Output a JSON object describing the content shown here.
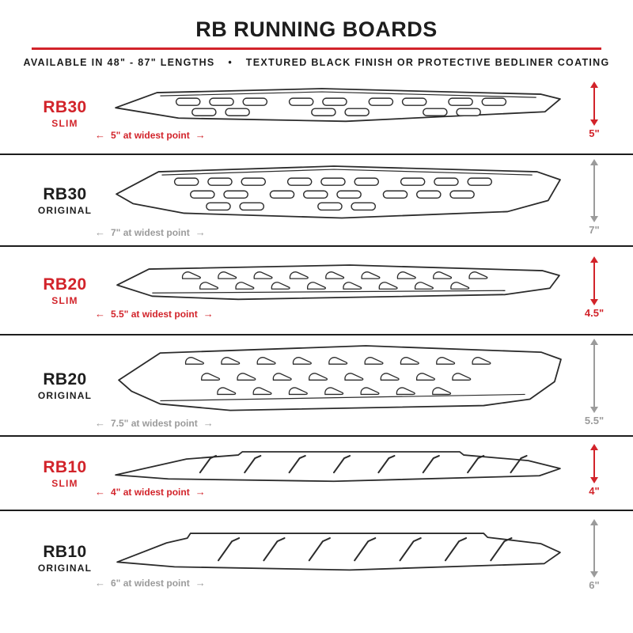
{
  "header": {
    "title": "RB RUNNING BOARDS",
    "subtitle_left": "AVAILABLE IN 48\" - 87\" LENGTHS",
    "subtitle_right": "TEXTURED BLACK FINISH OR PROTECTIVE BEDLINER COATING"
  },
  "icons": {
    "bullet": "•",
    "dim_arrow_left": "←",
    "dim_arrow_right": "→"
  },
  "colors": {
    "accent_red": "#d2232a",
    "dim_gray": "#9b9b9b",
    "line_black": "#1d1d1d"
  },
  "boards": [
    {
      "model": "RB30",
      "variant": "SLIM",
      "finish": "slim",
      "slot_style": "oval-slots",
      "width_label": "5\" at widest point",
      "height_label": "5\""
    },
    {
      "model": "RB30",
      "variant": "ORIGINAL",
      "finish": "original",
      "slot_style": "oval-slots",
      "width_label": "7\" at widest point",
      "height_label": "7\""
    },
    {
      "model": "RB20",
      "variant": "SLIM",
      "finish": "slim",
      "slot_style": "teardrop-slots",
      "width_label": "5.5\" at widest point",
      "height_label": "4.5\""
    },
    {
      "model": "RB20",
      "variant": "ORIGINAL",
      "finish": "original",
      "slot_style": "teardrop-slots",
      "width_label": "7.5\" at widest point",
      "height_label": "5.5\""
    },
    {
      "model": "RB10",
      "variant": "SLIM",
      "finish": "slim",
      "slot_style": "slash-marks",
      "width_label": "4\" at widest point",
      "height_label": "4\""
    },
    {
      "model": "RB10",
      "variant": "ORIGINAL",
      "finish": "original",
      "slot_style": "slash-marks",
      "width_label": "6\" at widest point",
      "height_label": "6\""
    }
  ]
}
